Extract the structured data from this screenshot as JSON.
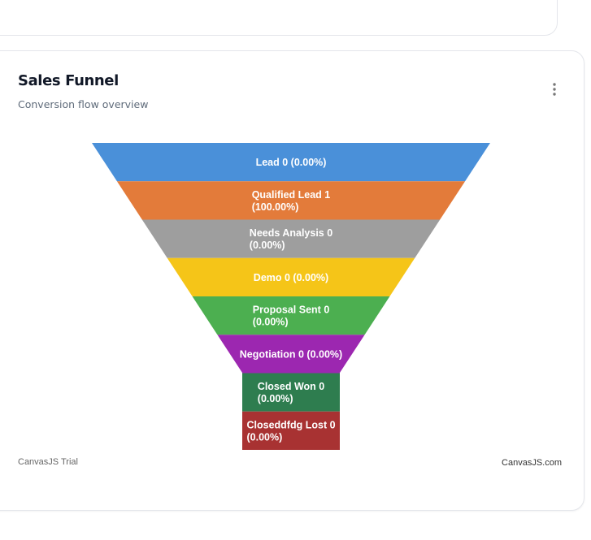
{
  "card": {
    "title": "Sales Funnel",
    "subtitle": "Conversion flow overview",
    "menu_icon": "more-vertical-icon"
  },
  "chart_data": {
    "type": "funnel",
    "stages": [
      {
        "name": "Lead",
        "value": 0,
        "percent": "0.00%",
        "color": "#4a90d9",
        "label_lines": [
          "Lead 0 (0.00%)"
        ]
      },
      {
        "name": "Qualified Lead",
        "value": 1,
        "percent": "100.00%",
        "color": "#e37b3a",
        "label_lines": [
          "Qualified Lead 1",
          "(100.00%)"
        ]
      },
      {
        "name": "Needs Analysis",
        "value": 0,
        "percent": "0.00%",
        "color": "#9e9e9e",
        "label_lines": [
          "Needs Analysis 0",
          "(0.00%)"
        ]
      },
      {
        "name": "Demo",
        "value": 0,
        "percent": "0.00%",
        "color": "#f5c518",
        "label_lines": [
          "Demo 0 (0.00%)"
        ]
      },
      {
        "name": "Proposal Sent",
        "value": 0,
        "percent": "0.00%",
        "color": "#4caf50",
        "label_lines": [
          "Proposal Sent 0",
          "(0.00%)"
        ]
      },
      {
        "name": "Negotiation",
        "value": 0,
        "percent": "0.00%",
        "color": "#9c27b0",
        "label_lines": [
          "Negotiation 0 (0.00%)"
        ]
      },
      {
        "name": "Closed Won",
        "value": 0,
        "percent": "0.00%",
        "color": "#2e7d4f",
        "label_lines": [
          "Closed Won 0",
          "(0.00%)"
        ]
      },
      {
        "name": "Closeddfdg Lost",
        "value": 0,
        "percent": "0.00%",
        "color": "#a83232",
        "label_lines": [
          "Closeddfdg Lost 0",
          "(0.00%)"
        ]
      }
    ]
  },
  "credits": {
    "left": "CanvasJS Trial",
    "right": "CanvasJS.com"
  }
}
